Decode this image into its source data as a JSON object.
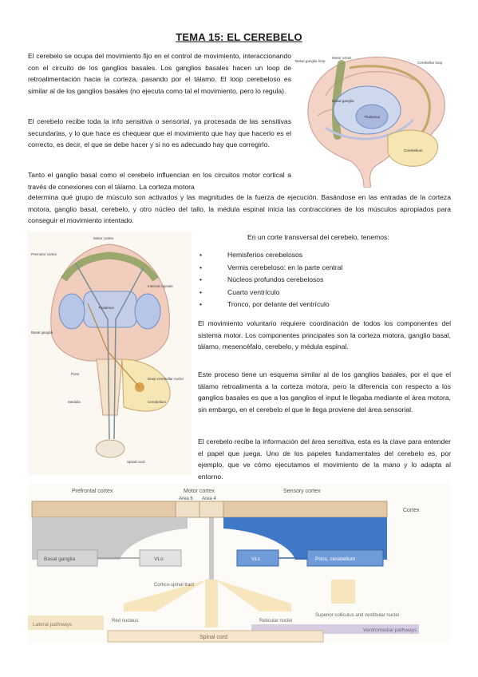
{
  "title": "TEMA 15: EL CEREBELO",
  "paragraphs": {
    "p1": "El cerebelo se ocupa del movimiento fijo en el control de movimiento, interaccionando con el circuito de los ganglios basales. Los ganglios basales hacen un loop de retroalimentación hacia la corteza, pasando por el tálamo. El loop cerebeloso es similar al de los ganglios basales (no ejecuta como tal el movimiento, pero lo regula).",
    "p2": "El cerebelo recibe toda la info sensitiva o sensorial, ya procesada de las sensitivas secundarias, y lo que hace es chequear que el movimiento que hay que hacerlo es el correcto, es decir, el que se debe hacer y si no es adecuado hay que corregirlo.",
    "p3a": "Tanto el ganglio basal como el cerebelo influencian en los circuitos motor cortical a través de conexiones con el tálamo. La corteza motora",
    "p3b": "determina qué grupo de músculo son activados y las magnitudes de la fuerza de ejecución. Basándose en las entradas de la corteza motora, ganglio basal, cerebelo, y otro núcleo del tallo, la médula espinal inicia las contracciones de los músculos apropiados para conseguir el movimiento intentado.",
    "p4": "En un corte transversal del cerebelo, tenemos:",
    "p5": "El movimiento voluntario requiere coordinación de todos los componentes del sistema motor. Los componentes principales son la corteza motora, ganglio basal, tálamo, mesencéfalo, cerebelo, y médula espinal.",
    "p6": "Este proceso tiene un esquema similar al de los ganglios basales, por el que el tálamo retroalimenta a la corteza motora, pero la diferencia con respecto a los ganglios basales es que a los ganglios el input le llegaba mediante el área motora, sin embargo, en el cerebelo el que le llega proviene del área sensorial.",
    "p7": "El cerebelo recibe la información del área sensitiva, esta es la clave para entender el papel que juega. Uno de los papeles fundamentales del cerebelo es, por ejemplo, que ve cómo ejecutamos el movimiento de la mano y lo adapta al entorno."
  },
  "bullets": [
    "Hemisferios cerebelosos",
    "Vermis cerebeloso: en la parte central",
    "Núcleos profundos cerebelosos",
    "Cuarto ventrículo",
    "Tronco, por delante del ventrículo"
  ],
  "fig1": {
    "basal_loop": "Basal ganglia loop",
    "motor_areas": "Motor areas",
    "cerebellar_loop": "Cerebellar loop",
    "basal_ganglia": "Basal ganglia",
    "thalamus": "Thalamus",
    "cerebellum": "Cerebellum"
  },
  "fig2": {
    "premotor": "Premotor cortex",
    "motor_ctx": "Motor cortex",
    "thalamus": "Thalamus",
    "internal_capsule": "Internal capsule",
    "basal_ganglia": "Basal ganglia",
    "deep_nuclei": "Deep cerebellar nuclei",
    "cerebellum": "Cerebellum",
    "spinal_cord": "Spinal cord",
    "pons": "Pons",
    "medulla": "Medulla"
  },
  "fig3": {
    "prefrontal": "Prefrontal cortex",
    "motor": "Motor cortex",
    "sensory": "Sensory cortex",
    "area6": "Area 6",
    "area4": "Area 4",
    "cortex": "Cortex",
    "basal": "Basal ganglia",
    "vlo": "VLo",
    "vlc": "VLc",
    "pons": "Pons, cerebellum",
    "cst": "Cortico-spinal tract",
    "red": "Red nucleus",
    "reticular": "Reticular nuclei",
    "superior": "Superior colliculus and vestibular nuclei",
    "lateral": "Lateral pathways",
    "ventro": "Ventromedial pathways",
    "spinal": "Spinal cord"
  },
  "colors": {
    "cortex_band": "#e2c9a8",
    "blue": "#3f78c6",
    "gray": "#bcbcbc",
    "yellow": "#f6e3b6",
    "purple": "#d6cde3",
    "green": "#7f9a52"
  }
}
